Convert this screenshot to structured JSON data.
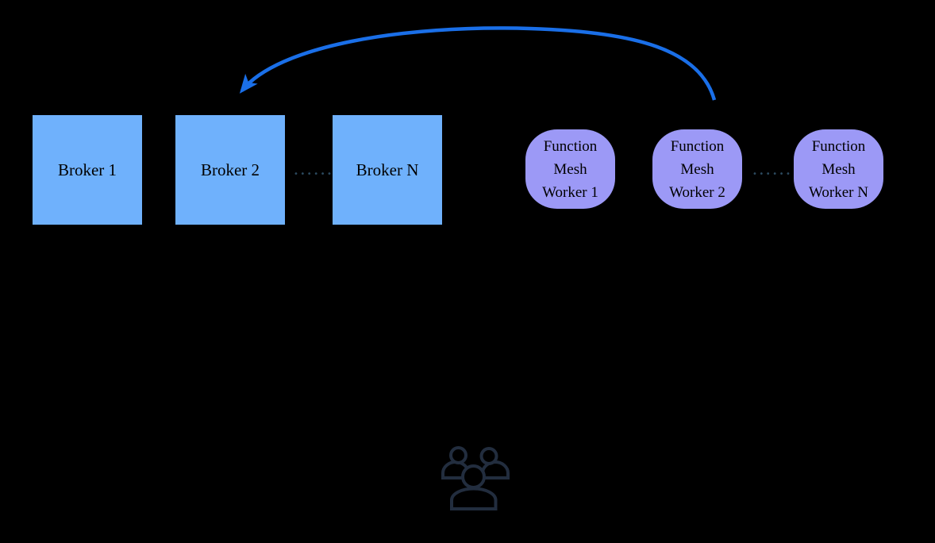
{
  "colors": {
    "background": "#000000",
    "broker_fill": "#6FB1FC",
    "worker_fill": "#9C99F6",
    "arrow": "#1A6FE8",
    "dots": "#2C4A5F",
    "icon_stroke": "#222D3E",
    "label_text": "#000000"
  },
  "brokers": [
    {
      "label": "Broker 1"
    },
    {
      "label": "Broker 2"
    },
    {
      "label": "Broker N"
    }
  ],
  "workers": [
    {
      "lines": [
        "Function",
        "Mesh",
        "Worker 1"
      ]
    },
    {
      "lines": [
        "Function",
        "Mesh",
        "Worker 2"
      ]
    },
    {
      "lines": [
        "Function",
        "Mesh",
        "Worker N"
      ]
    }
  ],
  "separators": {
    "broker_dots": "••••••",
    "worker_dots": "••••••"
  },
  "icons": {
    "users_group": "three-users-outline-icon",
    "arrow": "curved-arrow-worker2-to-broker2"
  }
}
